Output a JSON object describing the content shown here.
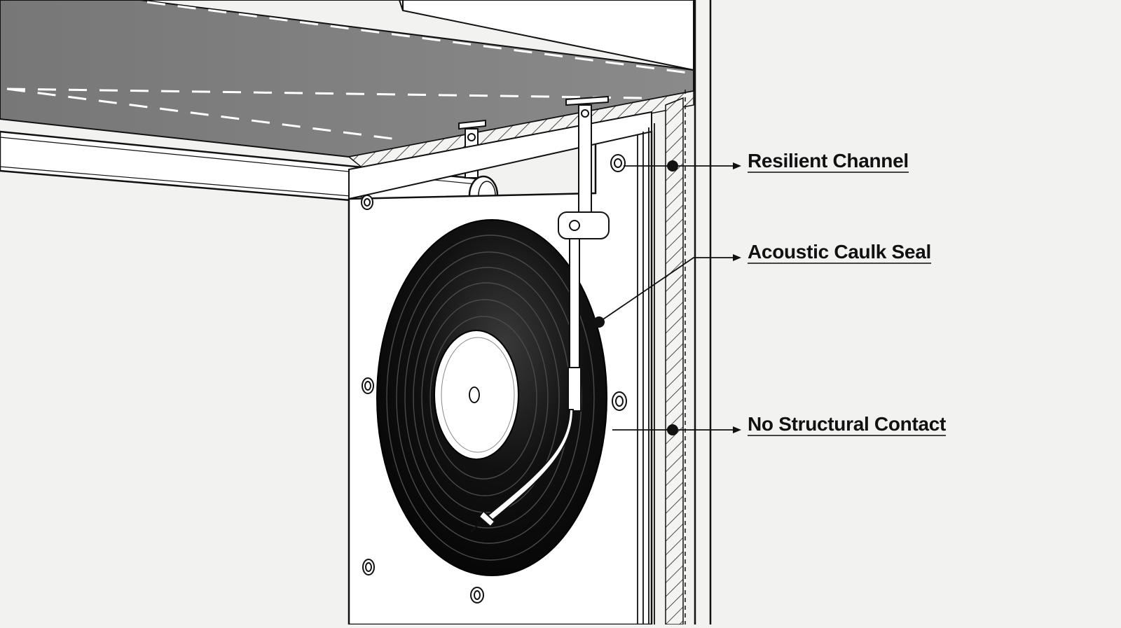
{
  "diagram": {
    "callouts": [
      {
        "id": "resilient-channel",
        "label": "Resilient Channel"
      },
      {
        "id": "acoustic-caulk-seal",
        "label": "Acoustic Caulk Seal"
      },
      {
        "id": "no-structural-contact",
        "label": "No Structural Contact"
      }
    ],
    "icons": [
      "vinyl-record-icon",
      "tonearm-icon",
      "screw-icon",
      "ceiling-bracket-icon"
    ],
    "colors": {
      "background": "#f2f2f0",
      "line": "#111111",
      "panel": "#ffffff",
      "ceiling_shade": "#7d7d7d",
      "record": "#0d0d0d"
    }
  }
}
